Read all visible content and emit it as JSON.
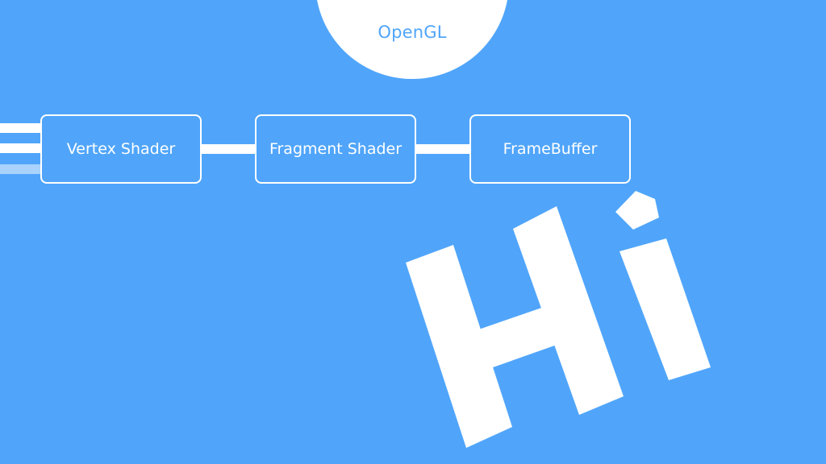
{
  "api": {
    "label": "OpenGL"
  },
  "pipeline": {
    "stages": [
      {
        "label": "Vertex Shader"
      },
      {
        "label": "Fragment Shader"
      },
      {
        "label": "FrameBuffer"
      }
    ]
  },
  "output": {
    "text": "Hi"
  },
  "colors": {
    "background": "#50a5fa",
    "foreground": "#ffffff",
    "faded_line": "#a9d2fc"
  }
}
